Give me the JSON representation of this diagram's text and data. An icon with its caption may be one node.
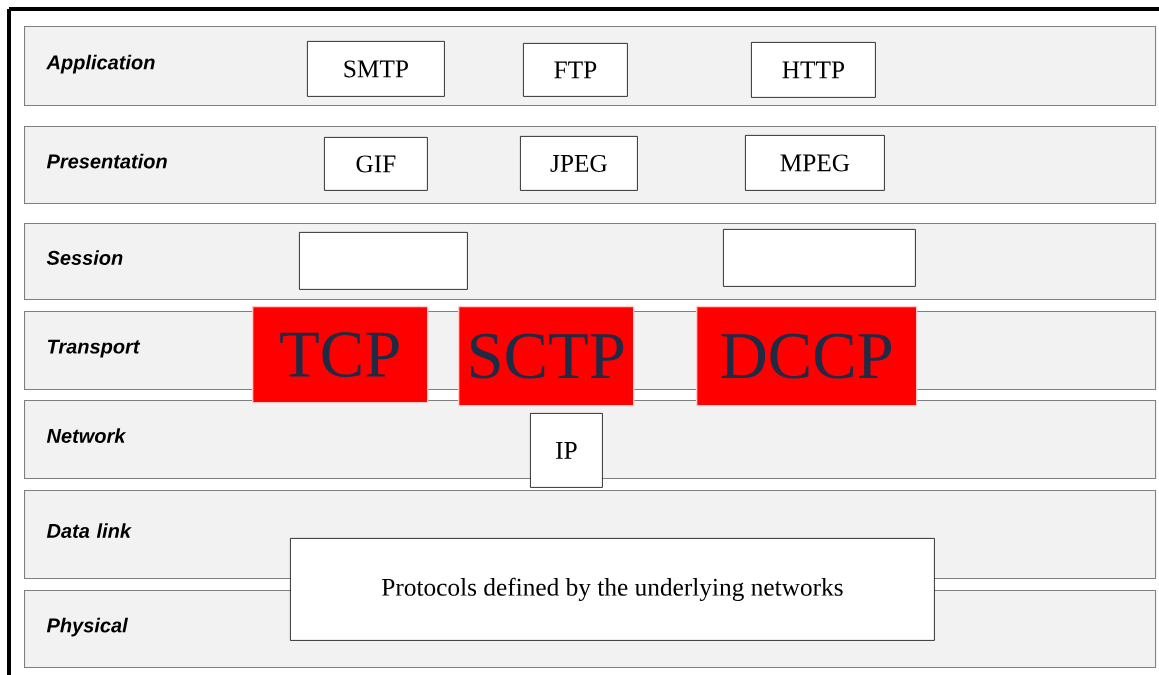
{
  "diagram": {
    "nodes": [
      {
        "text": [
          "Application"
        ]
      },
      {
        "text": [
          "SMTP"
        ],
        "in": 0
      },
      {
        "text": [
          "FTP"
        ],
        "in": 0
      },
      {
        "text": [
          "HTTP"
        ],
        "in": 0
      },
      {
        "text": [
          "Presentation"
        ]
      },
      {
        "text": [
          "GIF"
        ],
        "in": 4
      },
      {
        "text": [
          "JPEG"
        ],
        "in": 4
      },
      {
        "text": [
          "MPEG"
        ],
        "in": 4
      },
      {
        "text": [
          "Session"
        ]
      },
      {
        "text": [],
        "shape": "box",
        "in": 8
      },
      {
        "text": [],
        "shape": "box",
        "in": 8
      },
      {
        "text": [
          "Transport"
        ]
      },
      {
        "text": [
          "TCP"
        ]
      },
      {
        "text": [
          "SCTP"
        ]
      },
      {
        "text": [
          "DCCP"
        ]
      },
      {
        "text": [
          "Network"
        ]
      },
      {
        "text": [
          "IP"
        ]
      },
      {
        "text": [
          "Data link"
        ]
      },
      {
        "text": [
          "Physical"
        ]
      },
      {
        "text": [
          "Protocols defined by the underlying networks"
        ]
      }
    ]
  }
}
